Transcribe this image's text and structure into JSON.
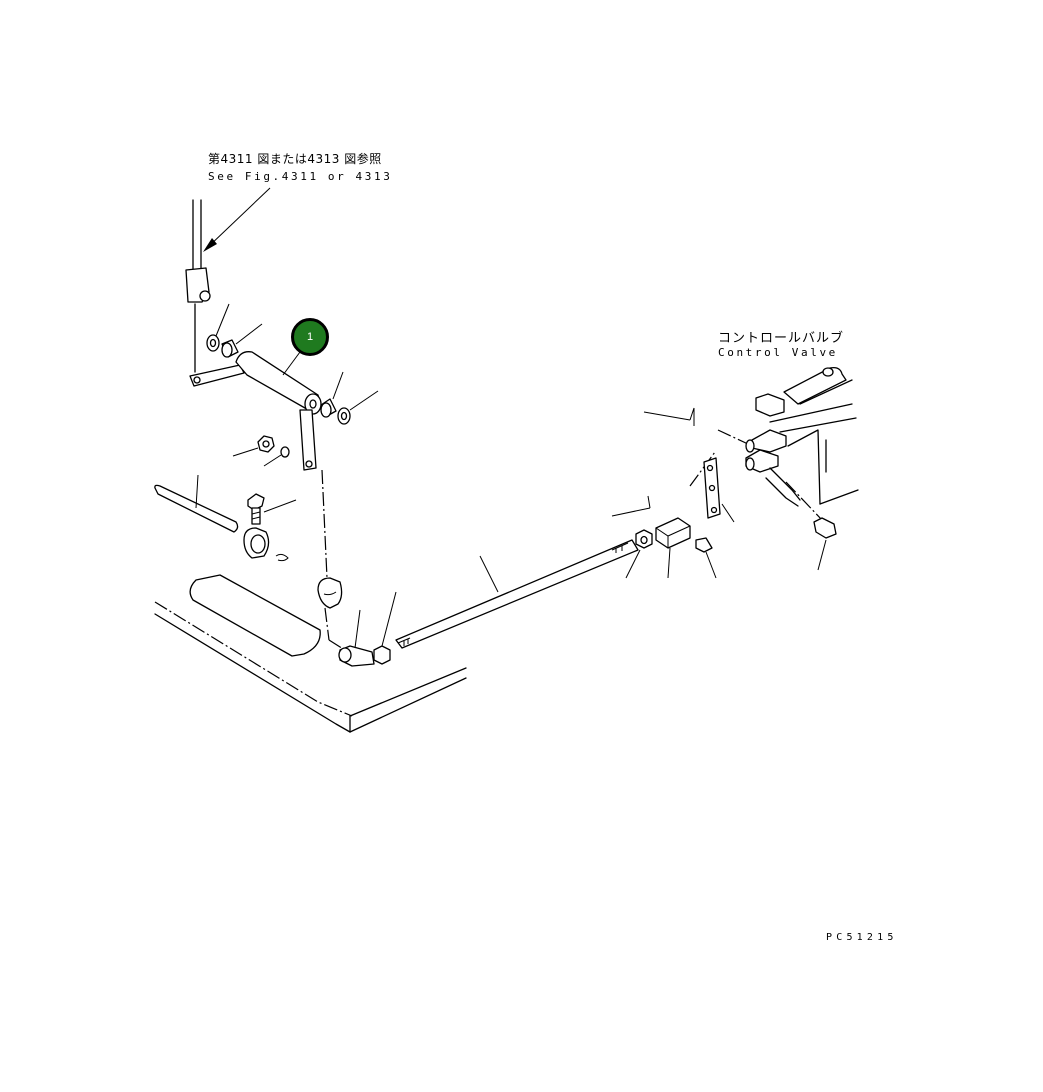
{
  "reference": {
    "japanese": "第4311 図または4313 図参照",
    "english": "See Fig.4311 or 4313"
  },
  "control_valve": {
    "japanese": "コントロールバルブ",
    "english": "Control Valve"
  },
  "callouts": [
    {
      "number": "1",
      "color": "#1f7a1f"
    }
  ],
  "drawing_code": "PC51215"
}
